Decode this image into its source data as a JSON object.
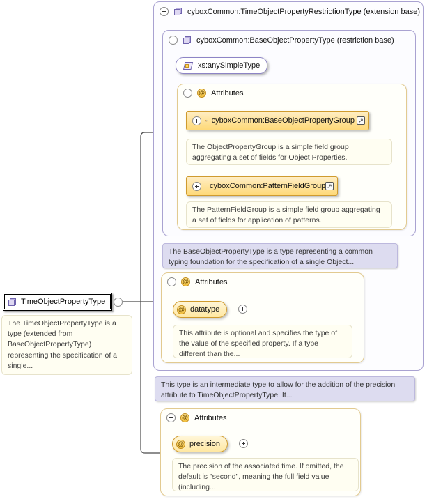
{
  "element": {
    "name": "TimeObjectPropertyType",
    "note": "The TimeObjectPropertyType is a type (extended from BaseObjectPropertyType) representing the specification of a single..."
  },
  "outer_container": {
    "title": "cyboxCommon:TimeObjectPropertyRestrictionType (extension base)"
  },
  "inner_container": {
    "title": "cyboxCommon:BaseObjectPropertyType (restriction base)",
    "simple_type": "xs:anySimpleType",
    "note": "The BaseObjectPropertyType is a type representing a common typing foundation for the specification of a single Object..."
  },
  "inner_attributes": {
    "header": "Attributes",
    "groups": [
      {
        "name": "cyboxCommon:BaseObjectPropertyGroup",
        "description": "The ObjectPropertyGroup is a simple field group aggregating a set of fields for Object Properties."
      },
      {
        "name": "cyboxCommon:PatternFieldGroup",
        "description": "The PatternFieldGroup is a simple field group aggregating a set of fields for application of patterns."
      }
    ]
  },
  "datatype_attributes": {
    "header": "Attributes",
    "attribute": "datatype",
    "description": "This attribute is optional and specifies the type of the value of the specified property. If a type different than the..."
  },
  "restriction_note": "This type is an intermediate type to allow for the addition of the precision attribute to TimeObjectPropertyType. It...",
  "precision_attributes": {
    "header": "Attributes",
    "attribute": "precision",
    "description": "The precision of the associated time. If omitted, the default is \"second\", meaning the full field value (including..."
  }
}
